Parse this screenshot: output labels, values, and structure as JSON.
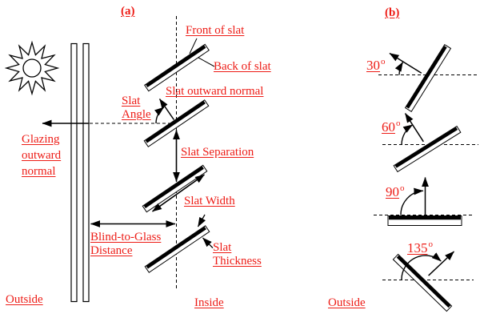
{
  "figure": {
    "colors": {
      "label_red": "#ed1c16",
      "line_black": "#000000"
    },
    "panel_a": {
      "title": "(a)",
      "front_of_slat": "Front of slat",
      "back_of_slat": "Back of slat",
      "slat_outward_normal": "Slat outward normal",
      "slat_angle": {
        "line1": "Slat",
        "line2": "Angle"
      },
      "slat_separation": "Slat Separation",
      "slat_width": "Slat Width",
      "blind_to_glass": {
        "line1": "Blind-to-Glass",
        "line2": "Distance"
      },
      "slat_thickness": {
        "line1": "Slat",
        "line2": "Thickness"
      },
      "glazing_outward_normal": {
        "line1": "Glazing",
        "line2": "outward",
        "line3": "normal"
      },
      "outside": "Outside",
      "inside": "Inside"
    },
    "panel_b": {
      "title": "(b)",
      "degree_symbol": "o",
      "slat_angles": [
        {
          "value": "30"
        },
        {
          "value": "60"
        },
        {
          "value": "90"
        },
        {
          "value": "135"
        }
      ],
      "outside": "Outside"
    }
  }
}
